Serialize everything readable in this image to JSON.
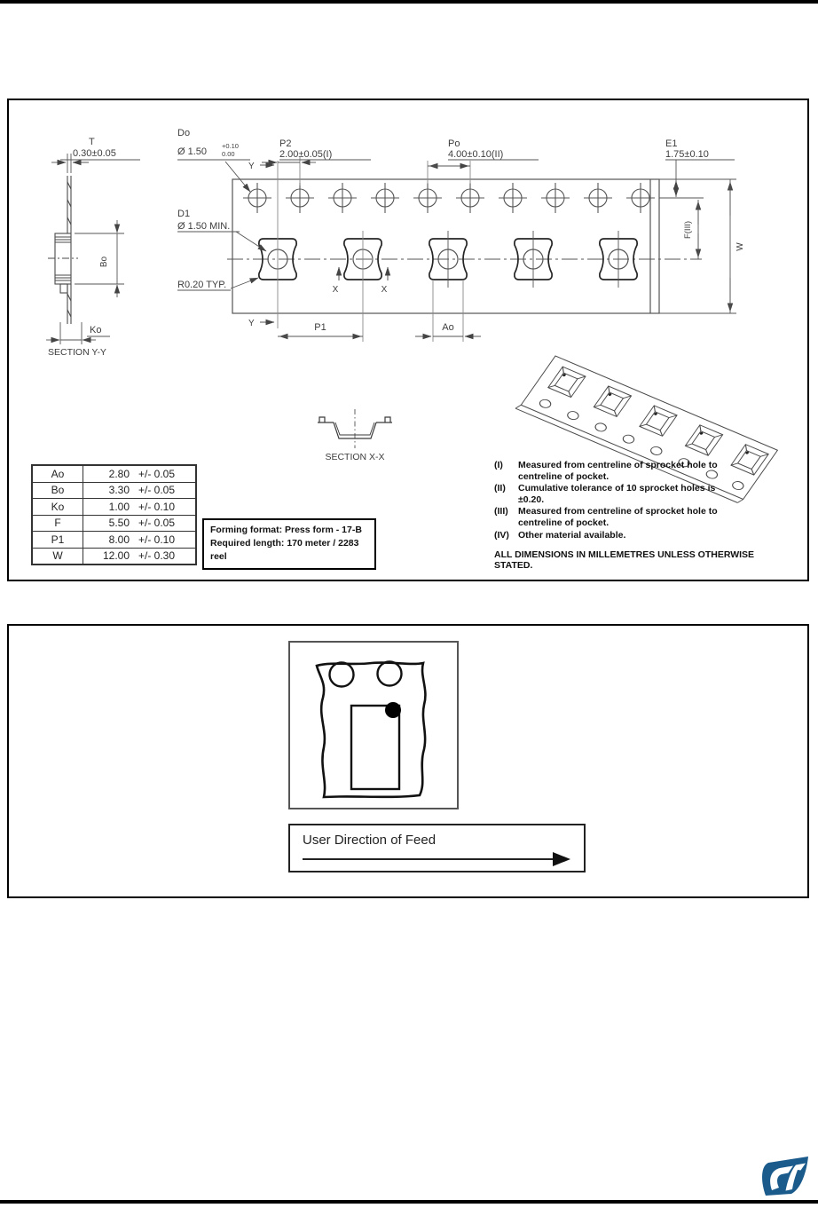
{
  "drawing": {
    "dims": {
      "t": {
        "name": "T",
        "value": "0.30±0.05"
      },
      "do": {
        "name": "Do",
        "value": "Ø 1.50",
        "tol_plus": "+0.10",
        "tol_minus": "0.00"
      },
      "p2": {
        "name": "P2",
        "value": "2.00±0.05(I)"
      },
      "po": {
        "name": "Po",
        "value": "4.00±0.10(II)"
      },
      "e1": {
        "name": "E1",
        "value": "1.75±0.10"
      },
      "d1": {
        "name": "D1",
        "value": "Ø 1.50 MIN."
      },
      "r": {
        "value": "R0.20 TYP."
      },
      "f": {
        "label": "F(III)"
      },
      "w": {
        "label": "W"
      },
      "bo": {
        "label": "Bo"
      },
      "ko": {
        "label": "Ko"
      },
      "p1": {
        "label": "P1"
      },
      "ao": {
        "label": "Ao"
      },
      "x": {
        "label": "X"
      },
      "y": {
        "label": "Y"
      }
    },
    "captions": {
      "section_yy": "SECTION Y-Y",
      "section_xx": "SECTION X-X"
    }
  },
  "table": {
    "rows": [
      {
        "name": "Ao",
        "value": "2.80",
        "tol": "+/- 0.05"
      },
      {
        "name": "Bo",
        "value": "3.30",
        "tol": "+/- 0.05"
      },
      {
        "name": "Ko",
        "value": "1.00",
        "tol": "+/- 0.10"
      },
      {
        "name": "F",
        "value": "5.50",
        "tol": "+/- 0.05"
      },
      {
        "name": "P1",
        "value": "8.00",
        "tol": "+/- 0.10"
      },
      {
        "name": "W",
        "value": "12.00",
        "tol": "+/- 0.30"
      }
    ]
  },
  "forming": {
    "line1": "Forming format: Press form - 17-B",
    "line2": "Required length: 170 meter / 2283 reel"
  },
  "notes": {
    "items": [
      {
        "num": "(I)",
        "text": "Measured from centreline of sprocket hole to centreline of pocket."
      },
      {
        "num": "(II)",
        "text": "Cumulative tolerance of 10 sprocket holes is ±0.20."
      },
      {
        "num": "(III)",
        "text": "Measured from centreline of sprocket hole to centreline of pocket."
      },
      {
        "num": "(IV)",
        "text": "Other material available."
      }
    ],
    "footer": "ALL DIMENSIONS IN MILLEMETRES UNLESS OTHERWISE STATED."
  },
  "feed": {
    "label": "User Direction of Feed"
  },
  "branding": {
    "logo": "STMicroelectronics",
    "logo_color": "#1b5b8c"
  }
}
